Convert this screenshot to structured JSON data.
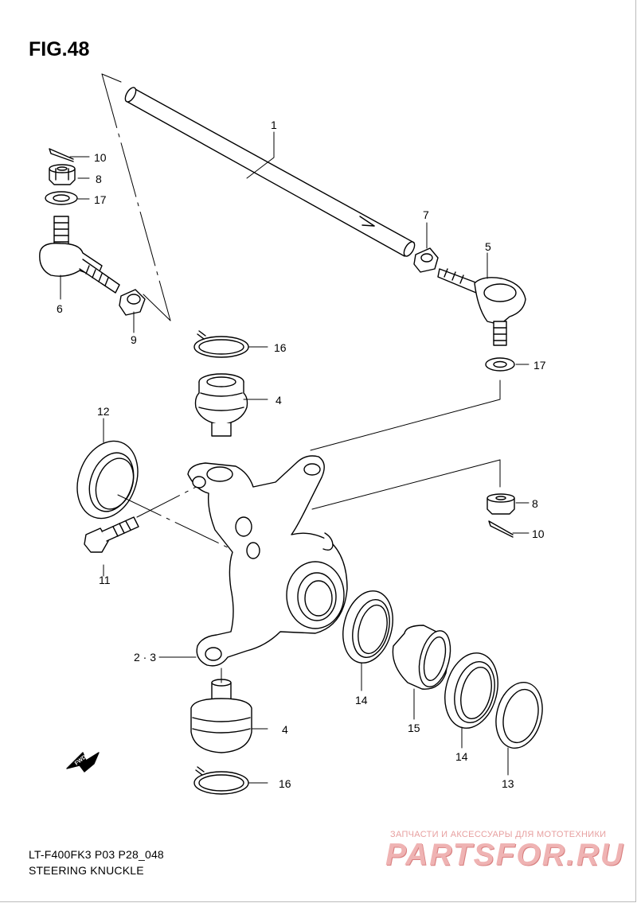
{
  "figure": {
    "title": "FIG.48"
  },
  "callouts": [
    {
      "num": "1",
      "part": "tie-rod"
    },
    {
      "num": "2 · 3",
      "part": "steering-knuckle"
    },
    {
      "num": "4",
      "part": "ball-joint-upper"
    },
    {
      "num": "4",
      "part": "ball-joint-lower"
    },
    {
      "num": "5",
      "part": "tie-rod-end-right"
    },
    {
      "num": "6",
      "part": "tie-rod-end-left"
    },
    {
      "num": "7",
      "part": "lock-nut-right"
    },
    {
      "num": "8",
      "part": "castle-nut-left"
    },
    {
      "num": "8",
      "part": "castle-nut-right"
    },
    {
      "num": "9",
      "part": "lock-nut-left"
    },
    {
      "num": "10",
      "part": "cotter-pin-left"
    },
    {
      "num": "10",
      "part": "cotter-pin-right"
    },
    {
      "num": "11",
      "part": "bolt"
    },
    {
      "num": "12",
      "part": "oil-seal-side"
    },
    {
      "num": "13",
      "part": "oil-seal-front"
    },
    {
      "num": "14",
      "part": "bearing-inner"
    },
    {
      "num": "14",
      "part": "bearing-outer"
    },
    {
      "num": "15",
      "part": "spacer"
    },
    {
      "num": "16",
      "part": "circlip-upper"
    },
    {
      "num": "16",
      "part": "circlip-lower"
    },
    {
      "num": "17",
      "part": "washer-left"
    },
    {
      "num": "17",
      "part": "washer-right"
    }
  ],
  "fwd_marker": {
    "text": "FWD",
    "icon": "fwd-arrow-icon"
  },
  "footer": {
    "model_code": "LT-F400FK3 P03 P28_048",
    "diagram_title": "STEERING KNUCKLE"
  },
  "watermark": {
    "tagline": "ЗАПЧАСТИ И АКСЕССУАРЫ ДЛЯ МОТОТЕХНИКИ",
    "logo": "PARTSFOR.RU",
    "color": "#efb3b3"
  }
}
